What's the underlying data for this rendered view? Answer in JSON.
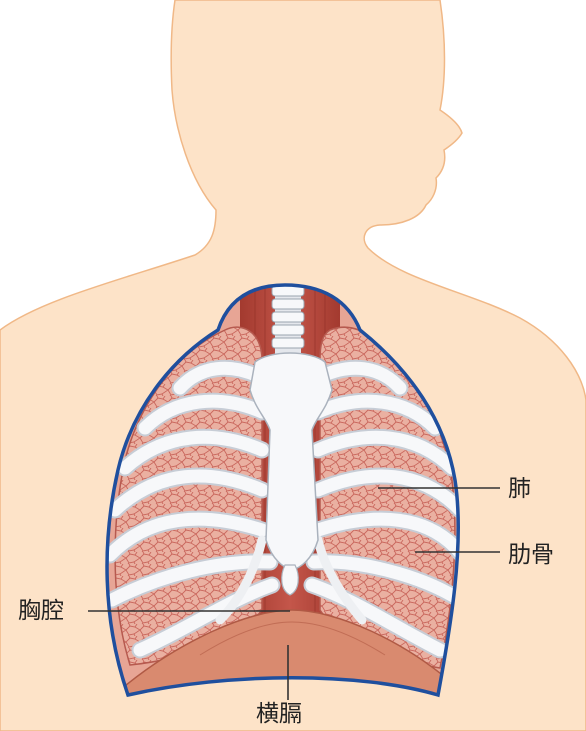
{
  "labels": {
    "lung": "肺",
    "rib": "肋骨",
    "thoracic_cavity": "胸腔",
    "diaphragm": "横膈"
  },
  "colors": {
    "skin": "#fde3c8",
    "skin_outline": "#f0b887",
    "lung": "#e8a898",
    "lung_texture": "#c9665c",
    "muscle": "#b9483a",
    "bone": "#f7f8fa",
    "bone_shadow": "#c7cdd6",
    "chest_outline": "#1f4f9e",
    "leader_line": "#333333"
  },
  "icons": {
    "figure": "human-torso-ribcage-illustration"
  }
}
